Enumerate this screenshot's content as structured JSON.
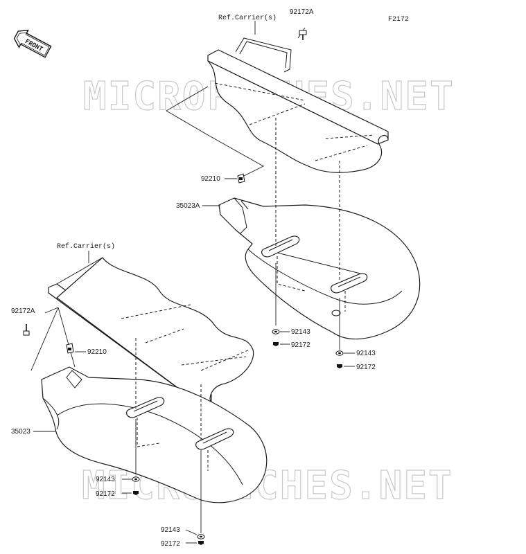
{
  "diagram_code": "F2172",
  "watermark": "MICROFICHES.NET",
  "front_label": "FRONT",
  "labels": {
    "ref_carrier_top": "Ref.Carrier(s)",
    "ref_carrier_left": "Ref.Carrier(s)",
    "bolt_top": "92172A",
    "bolt_left": "92172A",
    "clip_top": "92210",
    "clip_left": "92210",
    "fender_rear": "35023A",
    "fender_front": "35023",
    "washer_r1": "92143",
    "screw_r1": "92172",
    "washer_r2": "92143",
    "screw_r2": "92172",
    "washer_f1": "92143",
    "screw_f1": "92172",
    "washer_f2": "92143",
    "screw_f2": "92172"
  }
}
